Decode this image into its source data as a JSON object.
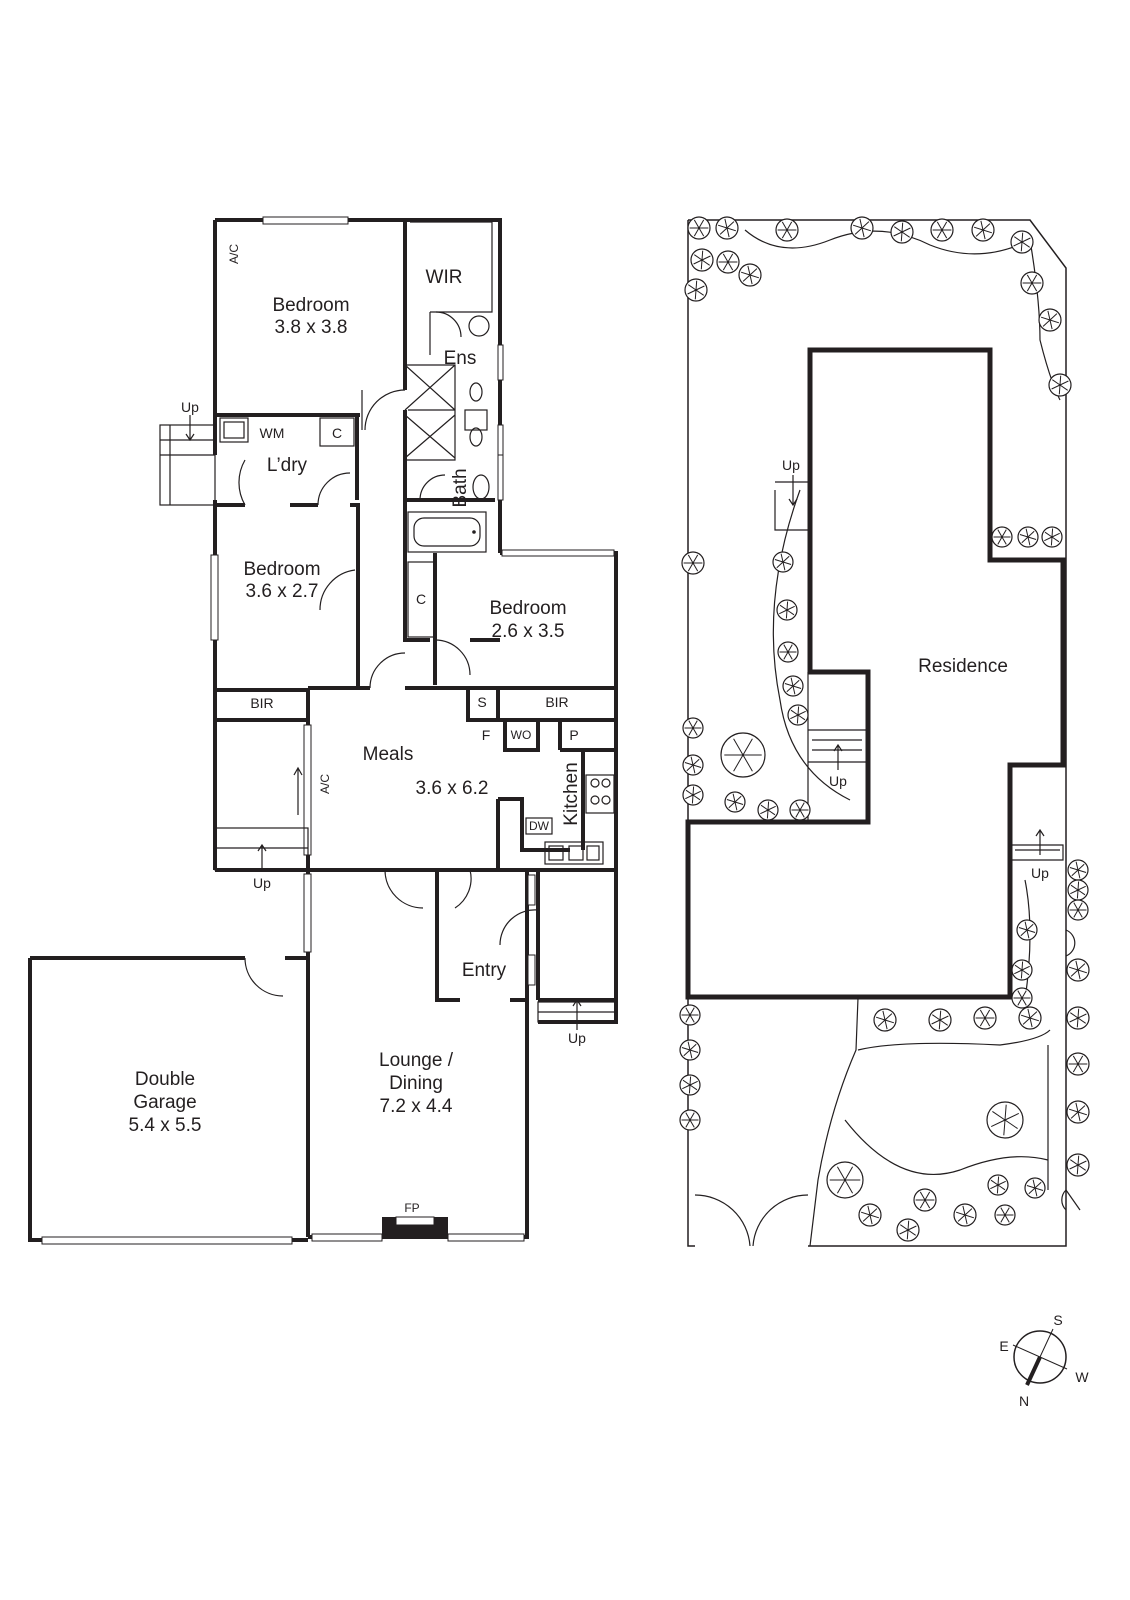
{
  "floor_plan": {
    "rooms": {
      "bedroom_main": {
        "name": "Bedroom",
        "size": "3.8 x 3.8"
      },
      "wir": {
        "name": "WIR"
      },
      "ensuite": {
        "name": "Ens"
      },
      "laundry": {
        "name": "L’dry"
      },
      "washing_machine": {
        "name": "WM"
      },
      "cupboard_laundry": {
        "name": "C"
      },
      "bath": {
        "name": "Bath"
      },
      "bedroom_2": {
        "name": "Bedroom",
        "size": "3.6 x 2.7"
      },
      "cupboard_hall": {
        "name": "C"
      },
      "bedroom_3": {
        "name": "Bedroom",
        "size": "2.6 x 3.5"
      },
      "bir_left": {
        "name": "BIR"
      },
      "bir_right": {
        "name": "BIR"
      },
      "shelf": {
        "name": "S"
      },
      "fridge": {
        "name": "F"
      },
      "wall_oven": {
        "name": "WO"
      },
      "pantry": {
        "name": "P"
      },
      "meals": {
        "name": "Meals",
        "size": "3.6 x 6.2"
      },
      "kitchen": {
        "name": "Kitchen"
      },
      "dishwasher": {
        "name": "DW"
      },
      "entry": {
        "name": "Entry"
      },
      "lounge": {
        "name": "Lounge /",
        "name2": "Dining",
        "size": "7.2 x 4.4"
      },
      "fireplace": {
        "name": "FP"
      },
      "garage": {
        "name": "Double",
        "name2": "Garage",
        "size": "5.4 x 5.5"
      }
    },
    "ac_labels": [
      "A/C",
      "A/C"
    ],
    "step_labels": [
      "Up",
      "Up",
      "Up"
    ]
  },
  "site_plan": {
    "residence_label": "Residence",
    "step_labels": [
      "Up",
      "Up",
      "Up"
    ]
  },
  "compass": {
    "north": "N",
    "south": "S",
    "east": "E",
    "west": "W"
  }
}
